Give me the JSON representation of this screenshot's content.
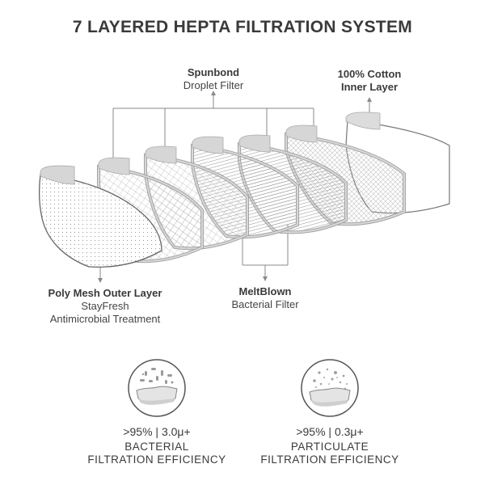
{
  "title": "7 LAYERED HEPTA FILTRATION SYSTEM",
  "layers": {
    "spunbond": {
      "name": "Spunbond",
      "desc": "Droplet Filter"
    },
    "cotton": {
      "name_line1": "100% Cotton",
      "name_line2": "Inner Layer"
    },
    "polymesh": {
      "name": "Poly Mesh Outer Layer",
      "desc_line1": "StayFresh",
      "desc_line2": "Antimicrobial Treatment"
    },
    "meltblown": {
      "name": "MeltBlown",
      "desc": "Bacterial Filter"
    }
  },
  "stats": [
    {
      "value": ">95% | 3.0μ+",
      "caption_line1": "BACTERIAL",
      "caption_line2": "FILTRATION EFFICIENCY",
      "icon": "bacteria-filter-icon"
    },
    {
      "value": ">95% | 0.3μ+",
      "caption_line1": "PARTICULATE",
      "caption_line2": "FILTRATION EFFICIENCY",
      "icon": "particle-filter-icon"
    }
  ],
  "colors": {
    "text": "#3a3a3a",
    "line": "#888888",
    "mask_fill": "#f4f4f4",
    "mask_edge": "#bdbdbd"
  }
}
